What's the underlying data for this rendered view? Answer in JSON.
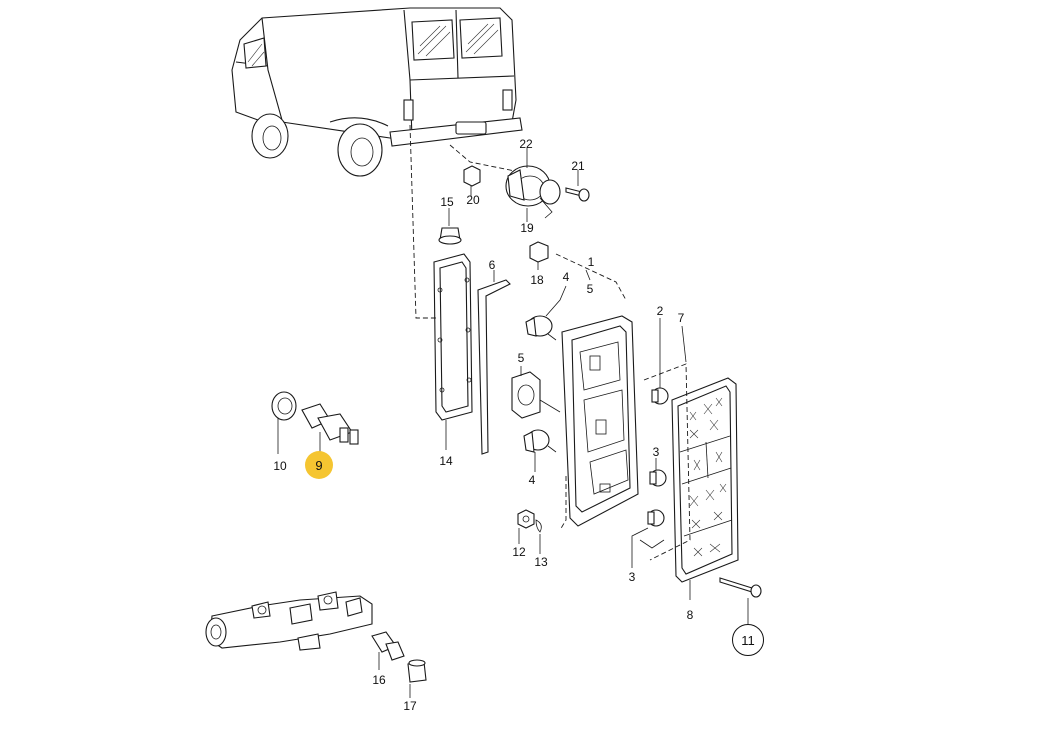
{
  "callouts": [
    {
      "id": "c22",
      "text": "22",
      "highlight": false,
      "ring": false
    },
    {
      "id": "c21",
      "text": "21",
      "highlight": false,
      "ring": false
    },
    {
      "id": "c20",
      "text": "20",
      "highlight": false,
      "ring": false
    },
    {
      "id": "c19",
      "text": "19",
      "highlight": false,
      "ring": false
    },
    {
      "id": "c15",
      "text": "15",
      "highlight": false,
      "ring": false
    },
    {
      "id": "c18",
      "text": "18",
      "highlight": false,
      "ring": false
    },
    {
      "id": "c6",
      "text": "6",
      "highlight": false,
      "ring": false
    },
    {
      "id": "c4a",
      "text": "4",
      "highlight": false,
      "ring": false
    },
    {
      "id": "c1",
      "text": "1",
      "highlight": false,
      "ring": false
    },
    {
      "id": "c5a",
      "text": "5",
      "highlight": false,
      "ring": false
    },
    {
      "id": "c2",
      "text": "2",
      "highlight": false,
      "ring": false
    },
    {
      "id": "c7",
      "text": "7",
      "highlight": false,
      "ring": false
    },
    {
      "id": "c5b",
      "text": "5",
      "highlight": false,
      "ring": false
    },
    {
      "id": "c3a",
      "text": "3",
      "highlight": false,
      "ring": false
    },
    {
      "id": "c4b",
      "text": "4",
      "highlight": false,
      "ring": false
    },
    {
      "id": "c10",
      "text": "10",
      "highlight": false,
      "ring": false
    },
    {
      "id": "c9",
      "text": "9",
      "highlight": true,
      "ring": false
    },
    {
      "id": "c14",
      "text": "14",
      "highlight": false,
      "ring": false
    },
    {
      "id": "c12",
      "text": "12",
      "highlight": false,
      "ring": false
    },
    {
      "id": "c13",
      "text": "13",
      "highlight": false,
      "ring": false
    },
    {
      "id": "c3b",
      "text": "3",
      "highlight": false,
      "ring": false
    },
    {
      "id": "c8",
      "text": "8",
      "highlight": false,
      "ring": false
    },
    {
      "id": "c11",
      "text": "11",
      "highlight": false,
      "ring": true
    },
    {
      "id": "c16",
      "text": "16",
      "highlight": false,
      "ring": false
    },
    {
      "id": "c17",
      "text": "17",
      "highlight": false,
      "ring": false
    }
  ],
  "colors": {
    "highlight": "#f5c531",
    "ink": "#1a1a1a",
    "background": "#ffffff"
  }
}
